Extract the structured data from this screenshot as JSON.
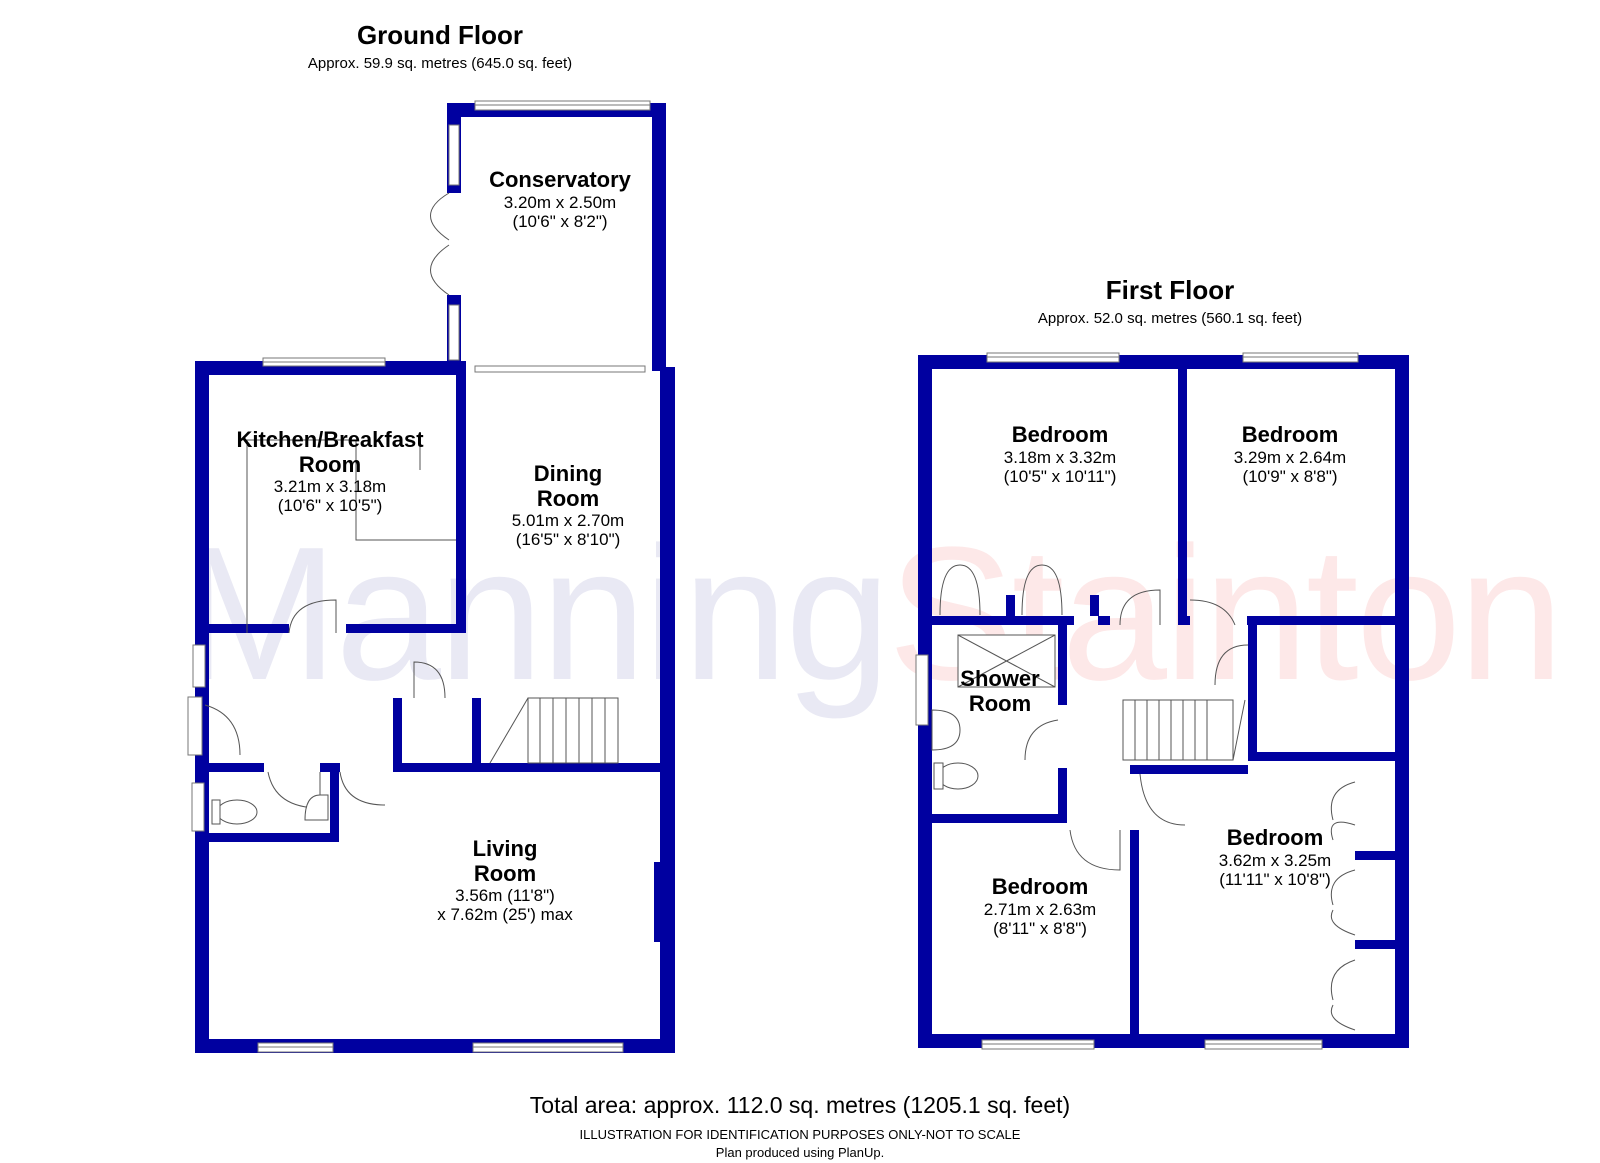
{
  "watermark": {
    "part1": "Manning",
    "part2": "Stainton"
  },
  "ground_floor": {
    "title": "Ground Floor",
    "area": "Approx. 59.9 sq. metres (645.0 sq. feet)",
    "rooms": {
      "conservatory": {
        "name": "Conservatory",
        "metric": "3.20m x 2.50m",
        "imperial": "(10'6\" x 8'2\")"
      },
      "kitchen": {
        "name_line1": "Kitchen/Breakfast",
        "name_line2": "Room",
        "metric": "3.21m x 3.18m",
        "imperial": "(10'6\" x 10'5\")"
      },
      "dining": {
        "name_line1": "Dining",
        "name_line2": "Room",
        "metric": "5.01m x 2.70m",
        "imperial": "(16'5\" x 8'10\")"
      },
      "living": {
        "name_line1": "Living",
        "name_line2": "Room",
        "line1": "3.56m (11'8\")",
        "line2": "x 7.62m (25') max"
      }
    }
  },
  "first_floor": {
    "title": "First Floor",
    "area": "Approx. 52.0 sq. metres (560.1 sq. feet)",
    "rooms": {
      "bedroom_a": {
        "name": "Bedroom",
        "metric": "3.18m x 3.32m",
        "imperial": "(10'5\" x 10'11\")"
      },
      "bedroom_b": {
        "name": "Bedroom",
        "metric": "3.29m x 2.64m",
        "imperial": "(10'9\" x 8'8\")"
      },
      "shower": {
        "name_line1": "Shower",
        "name_line2": "Room"
      },
      "bedroom_c": {
        "name": "Bedroom",
        "metric": "2.71m x 2.63m",
        "imperial": "(8'11\" x 8'8\")"
      },
      "bedroom_d": {
        "name": "Bedroom",
        "metric": "3.62m x 3.25m",
        "imperial": "(11'11\" x 10'8\")"
      }
    }
  },
  "footer": {
    "total": "Total area: approx. 112.0 sq. metres (1205.1 sq. feet)",
    "disclaimer": "ILLUSTRATION FOR IDENTIFICATION PURPOSES ONLY-NOT TO SCALE",
    "credit": "Plan produced using PlanUp."
  },
  "colors": {
    "wall": "#0000a0",
    "watermark_left": "#e9e9f4",
    "watermark_right": "#fde8e8"
  }
}
